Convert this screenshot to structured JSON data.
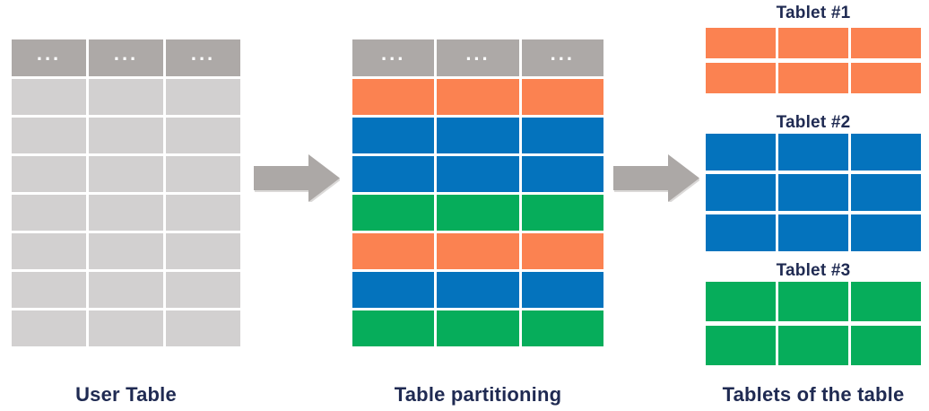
{
  "colors": {
    "orange": "#FB8251",
    "blue": "#0473BD",
    "green": "#06AD5B",
    "header_gray": "#ADA9A7",
    "row_gray": "#D2D0D0",
    "arrow_gray": "#ACA8A6",
    "caption_navy": "#1F2A52",
    "dots_white": "#FFFFFF"
  },
  "user_table": {
    "label": "User Table",
    "columns": 3,
    "header_color": "header_gray",
    "header_cells": [
      "...",
      "...",
      "..."
    ],
    "row_colors": [
      "row_gray",
      "row_gray",
      "row_gray",
      "row_gray",
      "row_gray",
      "row_gray",
      "row_gray"
    ]
  },
  "partitioned_table": {
    "label": "Table partitioning",
    "columns": 3,
    "header_color": "header_gray",
    "header_cells": [
      "...",
      "...",
      "..."
    ],
    "row_colors": [
      "orange",
      "blue",
      "blue",
      "green",
      "orange",
      "blue",
      "green"
    ]
  },
  "tablets": {
    "caption": "Tablets of the table",
    "items": [
      {
        "title": "Tablet #1",
        "columns": 3,
        "rows": 2,
        "color": "orange"
      },
      {
        "title": "Tablet #2",
        "columns": 3,
        "rows": 3,
        "color": "blue"
      },
      {
        "title": "Tablet #3",
        "columns": 3,
        "rows": 2,
        "color": "green"
      }
    ]
  }
}
